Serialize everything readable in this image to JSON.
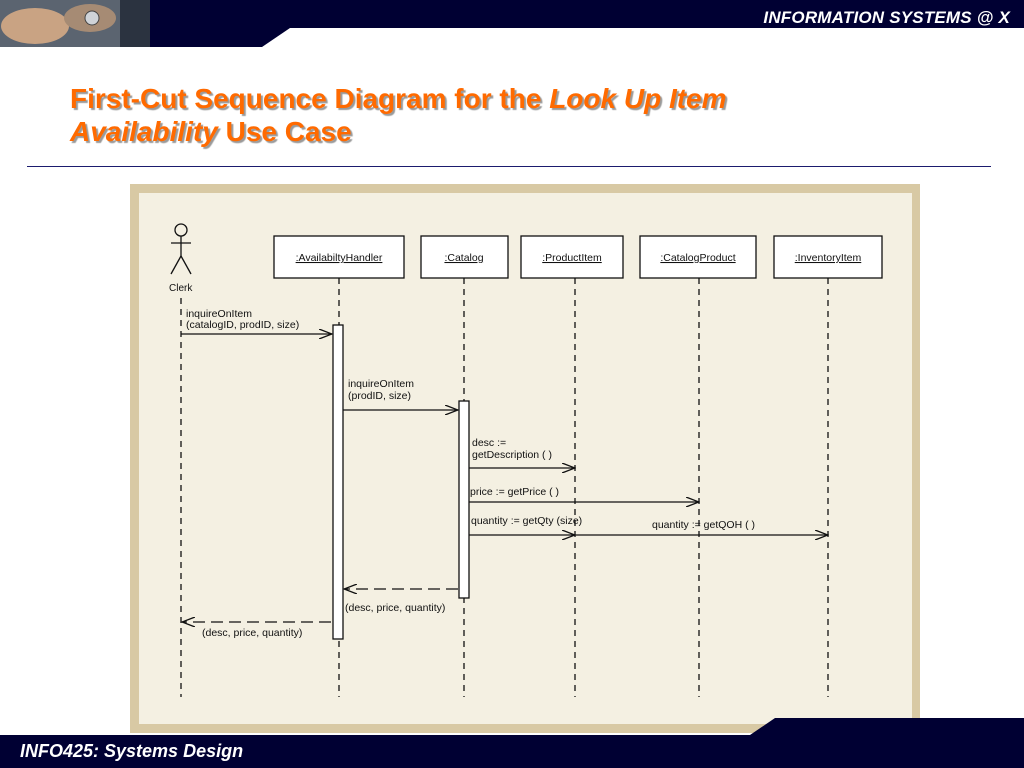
{
  "header": {
    "text": "INFORMATION SYSTEMS @ X"
  },
  "title": {
    "part1": "First-Cut Sequence Diagram for the ",
    "part2": "Look Up Item",
    "part3": "Availability",
    "part4": " Use Case"
  },
  "footer": {
    "text": "INFO425: Systems Design"
  },
  "diagram": {
    "actor": {
      "label": "Clerk"
    },
    "objects": [
      {
        "label": ":AvailabiltyHandler"
      },
      {
        "label": ":Catalog"
      },
      {
        "label": ":ProductItem"
      },
      {
        "label": ":CatalogProduct"
      },
      {
        "label": ":InventoryItem"
      }
    ],
    "messages": [
      {
        "line1": "inquireOnItem",
        "line2": "(catalogID, prodID, size)"
      },
      {
        "line1": "inquireOnItem",
        "line2": "(prodID, size)"
      },
      {
        "line1": "desc :=",
        "line2": "getDescription ( )"
      },
      {
        "line1": "price := getPrice ( )"
      },
      {
        "line1": "quantity := getQty (size)"
      },
      {
        "line1": "quantity := getQOH ( )"
      },
      {
        "line1": "(desc, price, quantity)"
      },
      {
        "line1": "(desc, price, quantity)"
      }
    ]
  }
}
